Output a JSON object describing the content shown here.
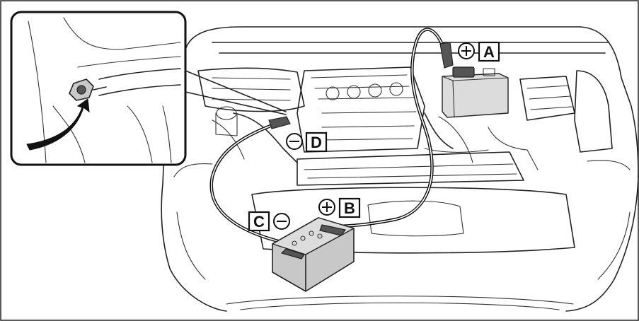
{
  "labels": {
    "A": {
      "letter": "A",
      "polarity": "positive"
    },
    "B": {
      "letter": "B",
      "polarity": "positive"
    },
    "C": {
      "letter": "C",
      "polarity": "negative"
    },
    "D": {
      "letter": "D",
      "polarity": "negative"
    }
  },
  "colors": {
    "line": "#222222",
    "fill_gray": "#c8c8c8",
    "background": "#ffffff"
  }
}
